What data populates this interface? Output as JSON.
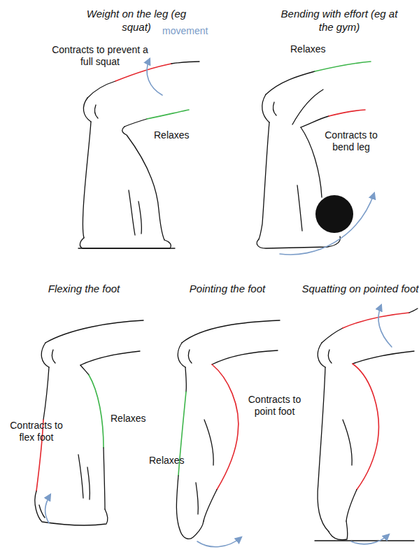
{
  "diagram": {
    "labels": [
      "Weight on the leg (eg squat)",
      "movement",
      "Contracts to prevent a full squat",
      "Relaxes",
      "Bending with effort (eg at the gym)",
      "Relaxes",
      "Contracts to bend leg",
      "Flexing the foot",
      "Pointing the foot",
      "Squatting on pointed foot",
      "Contracts to flex foot",
      "Relaxes",
      "Relaxes",
      "Contracts to point foot"
    ]
  }
}
